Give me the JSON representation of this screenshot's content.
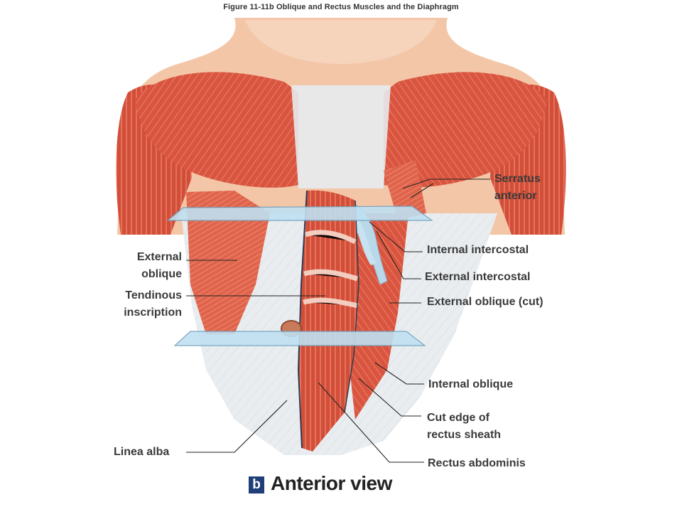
{
  "figure": {
    "title": "Figure 11-11b   Oblique and Rectus Muscles and the Diaphragm",
    "panel_letter": "b",
    "view_title": "Anterior view"
  },
  "labels": {
    "serratus_anterior": "Serratus\nanterior",
    "internal_intercostal": "Internal intercostal",
    "external_intercostal": "External intercostal",
    "external_oblique_cut": "External oblique (cut)",
    "internal_oblique": "Internal oblique",
    "cut_edge_rectus_sheath": "Cut edge of\nrectus sheath",
    "rectus_abdominis": "Rectus abdominis",
    "external_oblique": "External\noblique",
    "tendinous_inscription": "Tendinous\ninscription",
    "linea_alba": "Linea alba"
  },
  "colors": {
    "muscle": "#d9553f",
    "muscle_dark": "#b8402d",
    "skin": "#f3c6a8",
    "fascia": "#e8ecef",
    "cut_plane": "#bfe0f2",
    "leader_line": "#222222",
    "badge": "#1f3f79"
  }
}
